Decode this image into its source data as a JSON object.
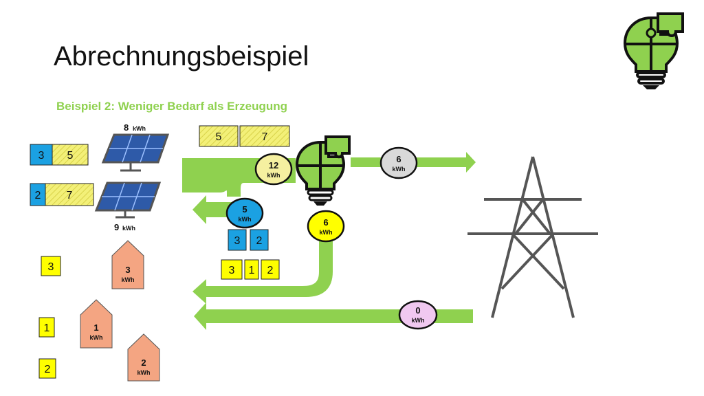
{
  "title": "Abrechnungsbeispiel",
  "subtitle": "Beispiel 2: Weniger Bedarf als Erzeugung",
  "colors": {
    "green": "#8fd14f",
    "blue": "#1ba1e2",
    "yellow": "#ffff00",
    "hatch_yellow": "#f3f078",
    "house": "#f4a582",
    "grey_bubble": "#d9d9d9",
    "pink_bubble": "#f0c8f0",
    "light_yellow_bubble": "#f5f0a0",
    "tower": "#555555"
  },
  "icons": [
    "lightbulb-puzzle-logo",
    "solar-panel",
    "power-tower",
    "house"
  ],
  "unit": "kWh",
  "solar_panels": [
    {
      "value": "8",
      "unit": "kWh",
      "boxes": [
        {
          "label": "3",
          "style": "blue"
        },
        {
          "label": "5",
          "style": "hatched"
        }
      ]
    },
    {
      "value": "9",
      "unit": "kWh",
      "boxes": [
        {
          "label": "2",
          "style": "blue"
        },
        {
          "label": "7",
          "style": "hatched"
        }
      ]
    }
  ],
  "top_boxes": [
    {
      "label": "5",
      "style": "hatched"
    },
    {
      "label": "7",
      "style": "hatched"
    }
  ],
  "bubbles": {
    "total": {
      "value": "12",
      "unit": "kWh"
    },
    "to_grid": {
      "value": "6",
      "unit": "kWh"
    },
    "self_use": {
      "value": "5",
      "unit": "kWh"
    },
    "community": {
      "value": "6",
      "unit": "kWh"
    },
    "from_grid": {
      "value": "0",
      "unit": "kWh"
    }
  },
  "self_use_boxes": [
    "3",
    "2"
  ],
  "community_boxes": [
    "3",
    "1",
    "2"
  ],
  "houses": [
    {
      "value": "3",
      "unit": "kWh",
      "tag": "3"
    },
    {
      "value": "1",
      "unit": "kWh",
      "tag": "1"
    },
    {
      "value": "2",
      "unit": "kWh",
      "tag": "2"
    }
  ]
}
